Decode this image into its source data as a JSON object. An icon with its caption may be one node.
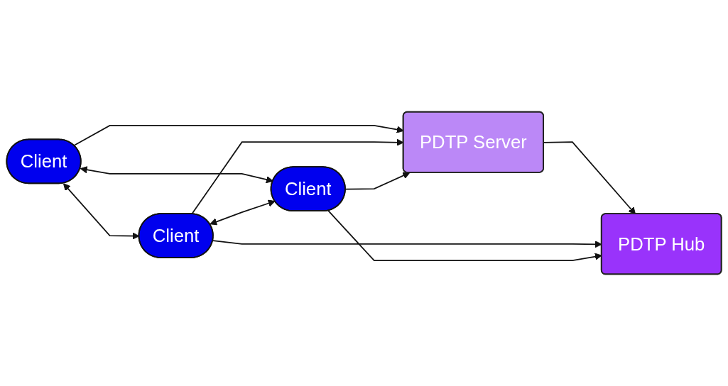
{
  "diagram": {
    "nodes": [
      {
        "text": [
          "PDTP Server"
        ]
      },
      {
        "text": [
          "PDTP Hub"
        ]
      },
      {
        "text": [
          "Client"
        ]
      },
      {
        "text": [
          "Client"
        ]
      },
      {
        "text": [
          "Client"
        ]
      }
    ],
    "edges": [
      {
        "from": 0,
        "to": 1,
        "arrow": "to"
      },
      {
        "from": 2,
        "to": 0,
        "arrow": "to"
      },
      {
        "from": 4,
        "to": 0,
        "arrow": "to"
      },
      {
        "from": 3,
        "to": 0,
        "arrow": "to"
      },
      {
        "from": 4,
        "to": 1,
        "arrow": "to"
      },
      {
        "from": 3,
        "to": 1,
        "arrow": "to"
      },
      {
        "from": 2,
        "to": 3,
        "arrow": "both"
      },
      {
        "from": 2,
        "to": 4,
        "arrow": "both"
      },
      {
        "from": 4,
        "to": 3,
        "arrow": "both"
      }
    ]
  }
}
